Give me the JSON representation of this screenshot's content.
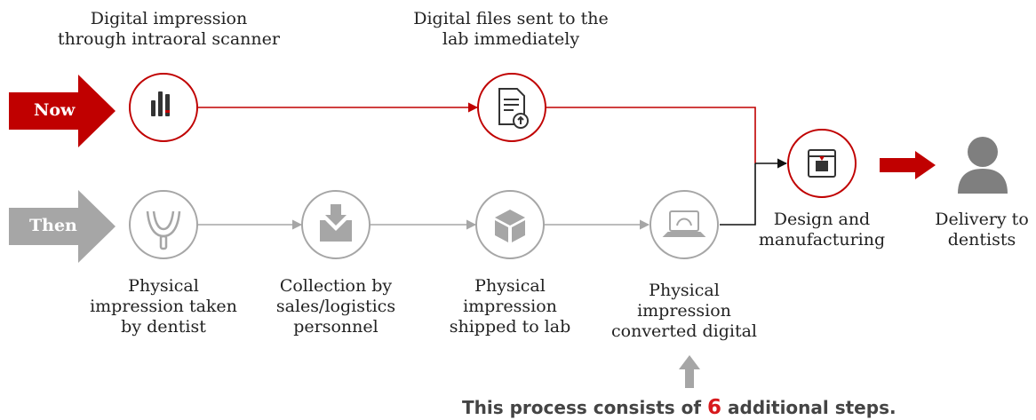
{
  "colors": {
    "now": "#c00000",
    "then": "#a6a6a6",
    "icon_dark": "#333333",
    "person": "#7f7f7f"
  },
  "now_label": "Now",
  "then_label": "Then",
  "labels": {
    "scanner": "Digital impression\nthrough intraoral scanner",
    "files_sent": "Digital files sent to the\nlab immediately",
    "physical_taken": "Physical\nimpression taken\nby dentist",
    "collection": "Collection by\nsales/logistics\npersonnel",
    "shipped": "Physical\nimpression\nshipped to lab",
    "converted": "Physical\nimpression\nconverted digital",
    "design": "Design and\nmanufacturing",
    "delivery": "Delivery to\ndentists"
  },
  "footer": {
    "before": "This process consists of ",
    "number": "6",
    "after": " additional steps."
  },
  "icons": {
    "scanner": "intraoral-scanner-icon",
    "files": "document-upload-icon",
    "tray": "dental-tray-icon",
    "collection": "download-box-icon",
    "package": "package-icon",
    "laptop": "laptop-icon",
    "printer": "3d-printer-icon",
    "person": "person-icon"
  }
}
